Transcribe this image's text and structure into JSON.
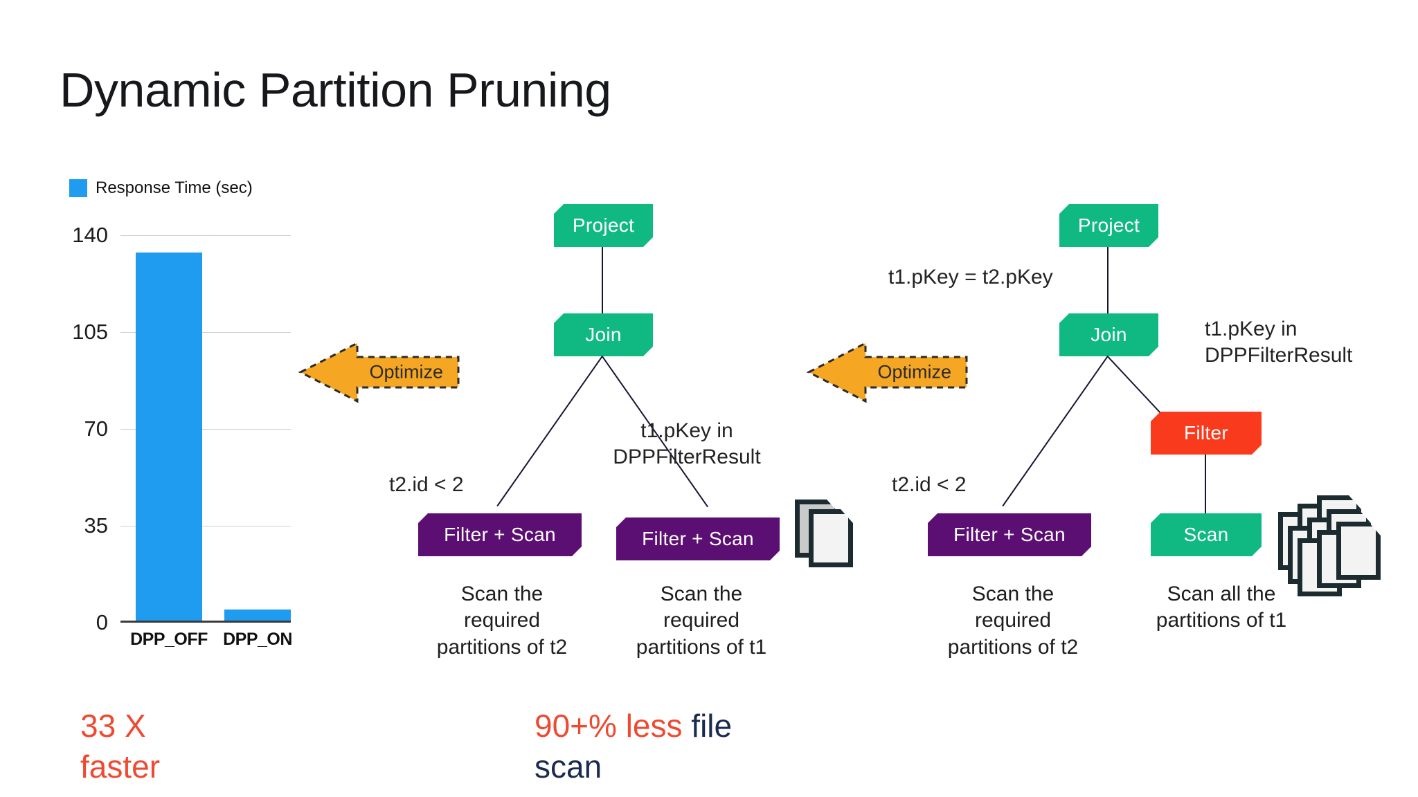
{
  "slide": {
    "title": "Dynamic Partition Pruning",
    "background": "#ffffff"
  },
  "colors": {
    "bar_blue": "#1f9bf0",
    "node_green": "#10b981",
    "node_purple": "#5c0f72",
    "node_red": "#fa3a1c",
    "arrow_orange": "#f5a623",
    "accent_red": "#ef4a31",
    "text_navy": "#1b2a4e",
    "edge_navy": "#151536"
  },
  "chart_data": {
    "type": "bar",
    "title": "",
    "legend": {
      "label": "Response Time (sec)",
      "position": "top-left",
      "color": "#1f9bf0"
    },
    "categories": [
      "DPP_OFF",
      "DPP_ON"
    ],
    "values": [
      133,
      4
    ],
    "series": [
      {
        "name": "Response Time (sec)",
        "values": [
          133,
          4
        ]
      }
    ],
    "xlabel": "",
    "ylabel": "",
    "ylim": [
      0,
      140
    ],
    "yticks": [
      0,
      35,
      70,
      105,
      140
    ],
    "ytick_labels": [
      "0",
      "35",
      "70",
      "105",
      "140"
    ],
    "grid": true,
    "grid_axis": "y"
  },
  "left_tree": {
    "name": "dpp-on-plan",
    "nodes": {
      "project": "Project",
      "join": "Join",
      "filter_scan_left": "Filter + Scan",
      "filter_scan_right": "Filter + Scan"
    },
    "edge_labels": {
      "left_branch": "t2.id < 2",
      "right_branch": "t1.pKey in\nDPPFilterResult"
    },
    "captions": {
      "left_leaf": "Scan the\nrequired\npartitions of t2",
      "right_leaf": "Scan the\nrequired\npartitions of t1"
    },
    "optimize_label": "Optimize",
    "file_count": 2
  },
  "right_tree": {
    "name": "dpp-off-plan",
    "nodes": {
      "project": "Project",
      "join": "Join",
      "filter_scan": "Filter + Scan",
      "filter": "Filter",
      "scan": "Scan"
    },
    "edge_labels": {
      "join_condition": "t1.pKey = t2.pKey",
      "left_branch": "t2.id < 2",
      "right_branch": "t1.pKey in\nDPPFilterResult"
    },
    "captions": {
      "left_leaf": "Scan the\nrequired\npartitions of t2",
      "right_leaf": "Scan all the\npartitions of t1"
    },
    "optimize_label": "Optimize",
    "file_count": 9
  },
  "callouts": {
    "faster": "33 X\nfaster",
    "file_scan_highlight": "90+% less ",
    "file_scan_rest": "file\nscan"
  }
}
